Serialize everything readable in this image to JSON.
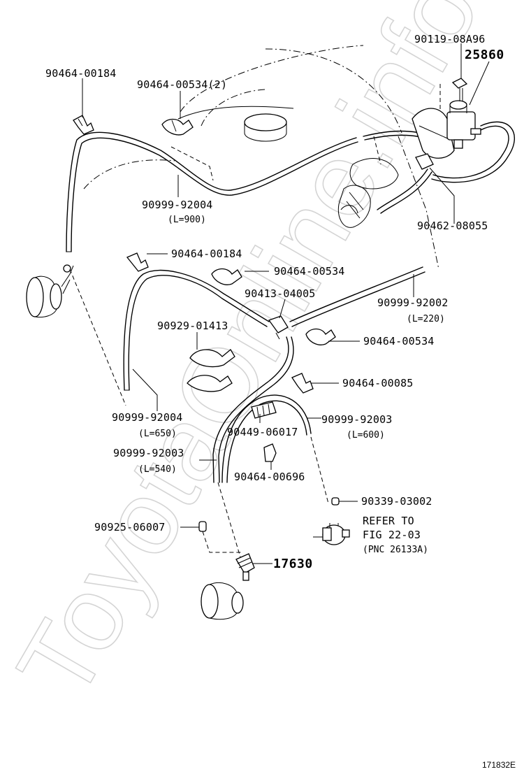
{
  "watermark": "ToyotaOnline.info",
  "figure_id": "171832E",
  "callouts": [
    {
      "id": "c-90119-08a96",
      "text": "90119-08A96"
    },
    {
      "id": "c-25860",
      "text": "25860"
    },
    {
      "id": "c-90464-00184-a",
      "text": "90464-00184"
    },
    {
      "id": "c-90464-00534-2",
      "text": "90464-00534(2)"
    },
    {
      "id": "c-90999-92004-a",
      "text": "90999-92004"
    },
    {
      "id": "c-l900",
      "text": "(L=900)"
    },
    {
      "id": "c-90462-08055",
      "text": "90462-08055"
    },
    {
      "id": "c-90464-00184-b",
      "text": "90464-00184"
    },
    {
      "id": "c-90464-00534-a",
      "text": "90464-00534"
    },
    {
      "id": "c-90413-04005",
      "text": "90413-04005"
    },
    {
      "id": "c-90999-92002",
      "text": "90999-92002"
    },
    {
      "id": "c-l220",
      "text": "(L=220)"
    },
    {
      "id": "c-90929-01413",
      "text": "90929-01413"
    },
    {
      "id": "c-90464-00534-b",
      "text": "90464-00534"
    },
    {
      "id": "c-90464-00085",
      "text": "90464-00085"
    },
    {
      "id": "c-90999-92004-b",
      "text": "90999-92004"
    },
    {
      "id": "c-l650",
      "text": "(L=650)"
    },
    {
      "id": "c-90449-06017",
      "text": "90449-06017"
    },
    {
      "id": "c-90999-92003-a",
      "text": "90999-92003"
    },
    {
      "id": "c-l600",
      "text": "(L=600)"
    },
    {
      "id": "c-90999-92003-b",
      "text": "90999-92003"
    },
    {
      "id": "c-l540",
      "text": "(L=540)"
    },
    {
      "id": "c-90464-00696",
      "text": "90464-00696"
    },
    {
      "id": "c-90339-03002",
      "text": "90339-03002"
    },
    {
      "id": "c-refer1",
      "text": "REFER TO"
    },
    {
      "id": "c-refer2",
      "text": "FIG 22-03"
    },
    {
      "id": "c-refer3",
      "text": "(PNC 26133A)"
    },
    {
      "id": "c-90925-06007",
      "text": "90925-06007"
    },
    {
      "id": "c-17630",
      "text": "17630"
    }
  ]
}
